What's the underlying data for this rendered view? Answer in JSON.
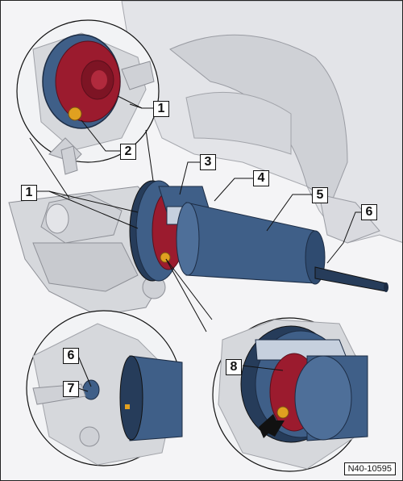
{
  "figure": {
    "reference": "N40-10595",
    "callouts": [
      {
        "id": "c1-top",
        "label": "1"
      },
      {
        "id": "c2",
        "label": "2"
      },
      {
        "id": "c3",
        "label": "3"
      },
      {
        "id": "c4",
        "label": "4"
      },
      {
        "id": "c5",
        "label": "5"
      },
      {
        "id": "c6",
        "label": "6"
      },
      {
        "id": "c1-left",
        "label": "1"
      },
      {
        "id": "c6-detail",
        "label": "6"
      },
      {
        "id": "c7",
        "label": "7"
      },
      {
        "id": "c8",
        "label": "8"
      }
    ],
    "colors": {
      "tool_blue": "#3f5f88",
      "tool_dark": "#263c5a",
      "hub_red": "#9b1b2e",
      "bolt_yellow": "#e0a020",
      "vehicle_gray": "#d6d8dc",
      "line": "#111111"
    }
  }
}
